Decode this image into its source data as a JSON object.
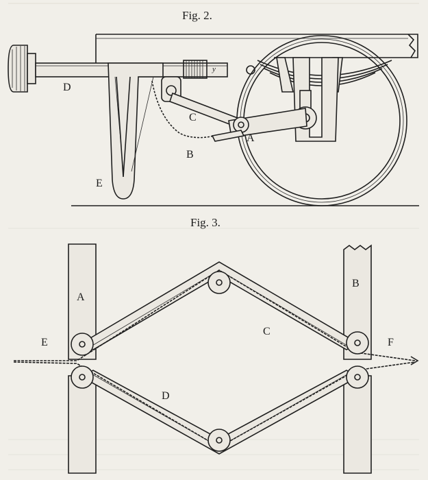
{
  "figures": [
    {
      "title": "Fig. 2.",
      "labels": {
        "D": "D",
        "C": "C",
        "A": "A",
        "B": "B",
        "E": "E",
        "small": "y"
      }
    },
    {
      "title": "Fig. 3.",
      "labels": {
        "A": "A",
        "B": "B",
        "C": "C",
        "D": "D",
        "E": "E",
        "F": "F"
      }
    }
  ],
  "colors": {
    "paper": "#f1efe9",
    "ink": "#1f1f1f"
  }
}
